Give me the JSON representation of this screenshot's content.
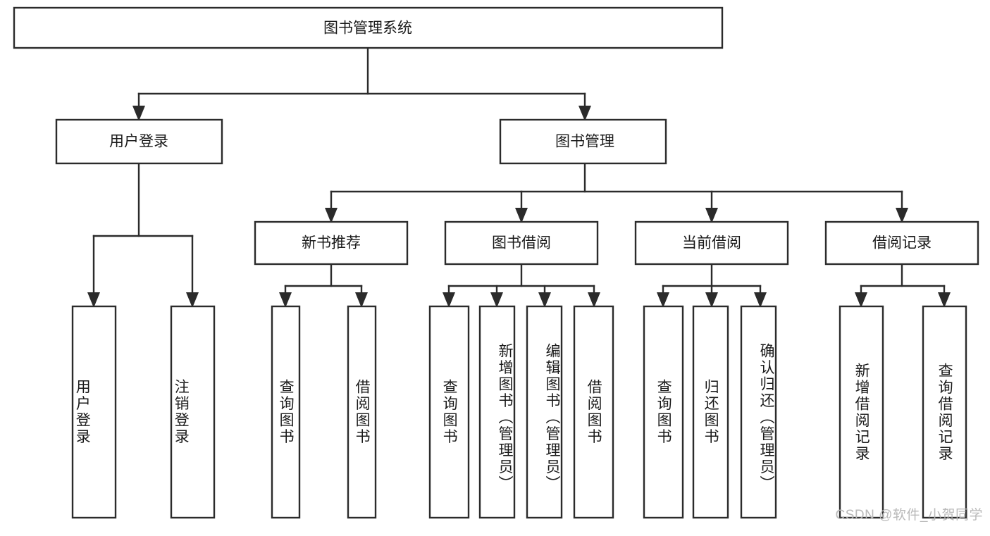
{
  "diagram": {
    "type": "tree-hierarchy",
    "title": "图书管理系统",
    "watermark": "CSDN @软件_小贺同学",
    "colors": {
      "stroke": "#2b2b2b",
      "fill": "#ffffff",
      "text": "#1a1a1a",
      "watermark": "#b9b9b9",
      "background": "#ffffff"
    },
    "root": {
      "id": "root",
      "label": "图书管理系统"
    },
    "level2": [
      {
        "id": "user-login",
        "label": "用户登录"
      },
      {
        "id": "book-manage",
        "label": "图书管理"
      }
    ],
    "level3": [
      {
        "id": "new-book-rec",
        "label": "新书推荐",
        "parent": "book-manage"
      },
      {
        "id": "book-borrow",
        "label": "图书借阅",
        "parent": "book-manage"
      },
      {
        "id": "current-borrow",
        "label": "当前借阅",
        "parent": "book-manage"
      },
      {
        "id": "borrow-record",
        "label": "借阅记录",
        "parent": "book-manage"
      }
    ],
    "leaves": [
      {
        "id": "leaf-user-login",
        "label": "用户登录",
        "parent": "user-login"
      },
      {
        "id": "leaf-user-logout",
        "label": "注销登录",
        "parent": "user-login"
      },
      {
        "id": "leaf-rec-query",
        "label": "查询图书",
        "parent": "new-book-rec"
      },
      {
        "id": "leaf-rec-borrow",
        "label": "借阅图书",
        "parent": "new-book-rec"
      },
      {
        "id": "leaf-borrow-query",
        "label": "查询图书",
        "parent": "book-borrow"
      },
      {
        "id": "leaf-borrow-add",
        "label": "新增图书（管理员）",
        "parent": "book-borrow"
      },
      {
        "id": "leaf-borrow-edit",
        "label": "编辑图书（管理员）",
        "parent": "book-borrow"
      },
      {
        "id": "leaf-borrow-lend",
        "label": "借阅图书",
        "parent": "book-borrow"
      },
      {
        "id": "leaf-cur-query",
        "label": "查询图书",
        "parent": "current-borrow"
      },
      {
        "id": "leaf-cur-return",
        "label": "归还图书",
        "parent": "current-borrow"
      },
      {
        "id": "leaf-cur-confirm",
        "label": "确认归还（管理员）",
        "parent": "current-borrow"
      },
      {
        "id": "leaf-rec-add",
        "label": "新增借阅记录",
        "parent": "borrow-record"
      },
      {
        "id": "leaf-rec-query2",
        "label": "查询借阅记录",
        "parent": "borrow-record"
      }
    ]
  }
}
